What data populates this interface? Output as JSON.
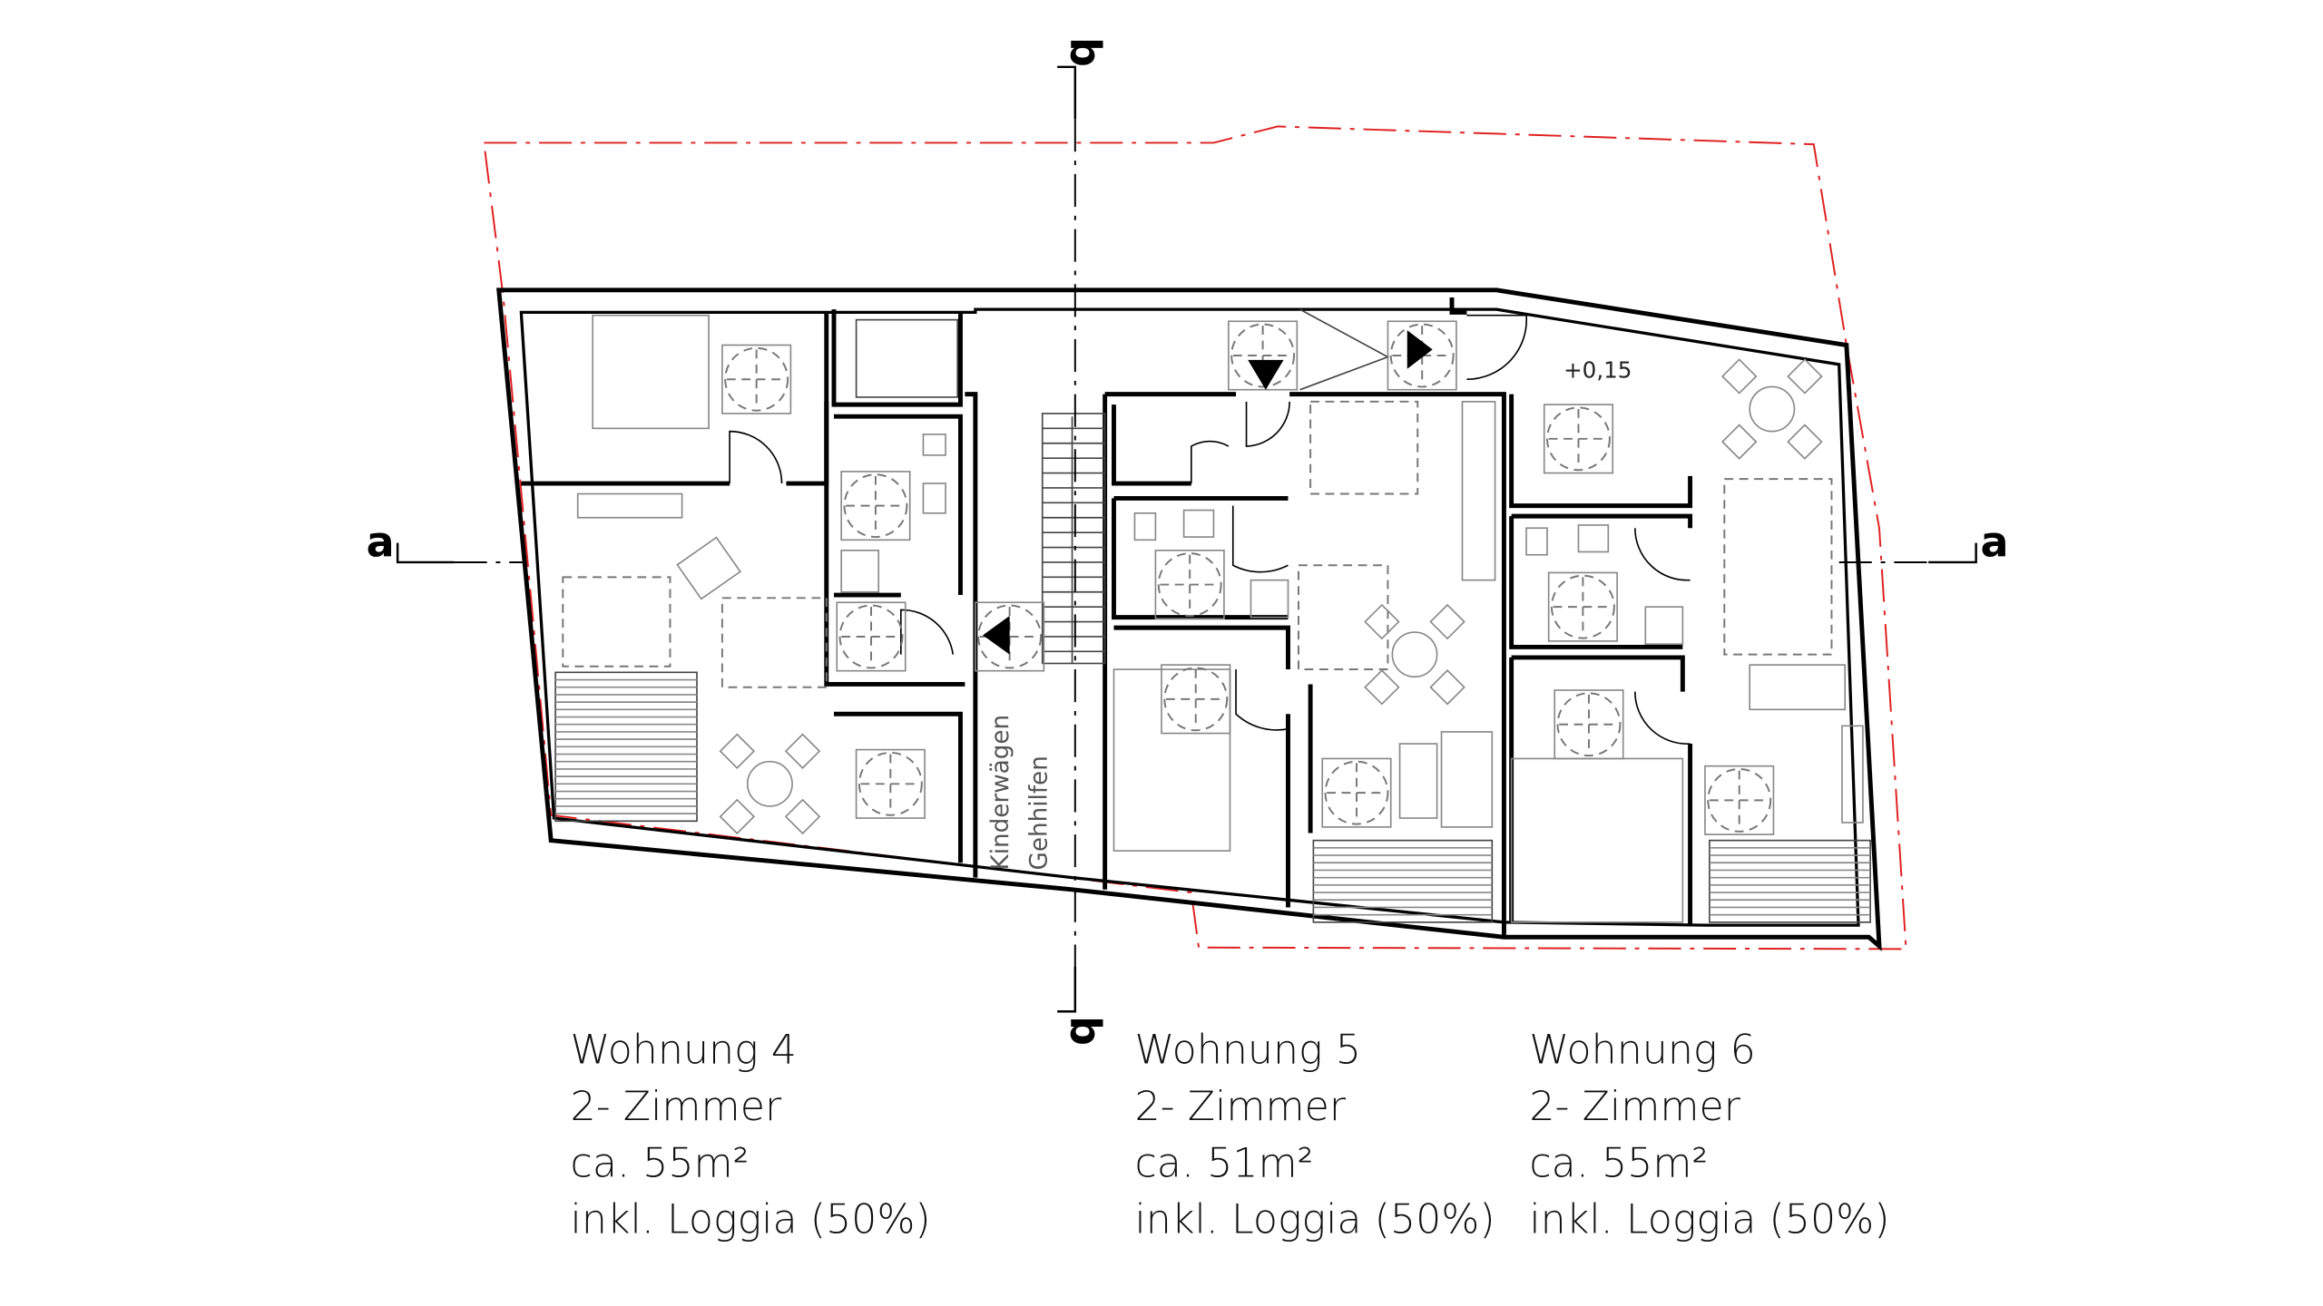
{
  "plan": {
    "section_a_left": "a",
    "section_a_right": "a",
    "section_b_top": "b",
    "section_b_bottom": "b",
    "level_label": "+0,15",
    "corridor_label_1": "Kinderwägen",
    "corridor_label_2": "Gehhilfen",
    "property_line_color": "#e02020"
  },
  "units": [
    {
      "name": "Wohnung 4",
      "rooms": "2- Zimmer",
      "area": "ca. 55m²",
      "note": "inkl. Loggia (50%)"
    },
    {
      "name": "Wohnung 5",
      "rooms": "2- Zimmer",
      "area": "ca. 51m²",
      "note": "inkl. Loggia (50%)"
    },
    {
      "name": "Wohnung 6",
      "rooms": "2- Zimmer",
      "area": "ca. 55m²",
      "note": "inkl. Loggia (50%)"
    }
  ]
}
